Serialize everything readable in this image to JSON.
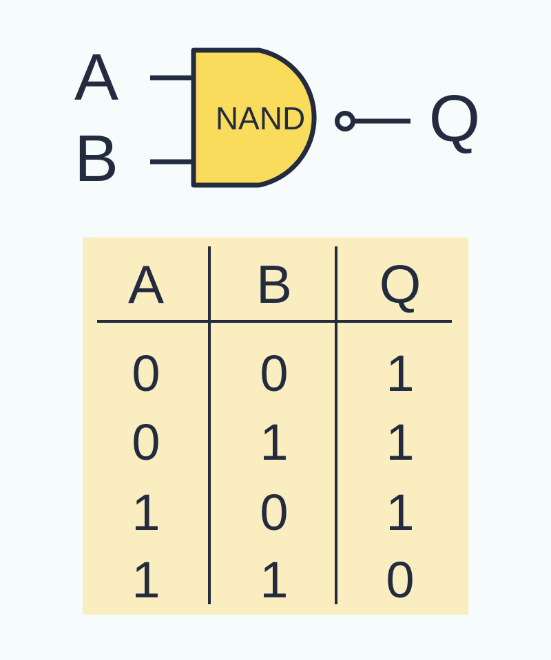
{
  "figure": {
    "name": "NAND logic gate symbol with truth table",
    "background_color": "#f6fbfc"
  },
  "gate": {
    "label": "NAND",
    "body_fill": "#f9dc5c",
    "stroke_color": "#232b3e",
    "inputs": [
      {
        "label": "A"
      },
      {
        "label": "B"
      }
    ],
    "output": {
      "label": "Q"
    },
    "bubble_name": "inversion-bubble"
  },
  "truth_table": {
    "panel_fill": "#faeec0",
    "rule_color": "#232b3e",
    "headers": [
      "A",
      "B",
      "Q"
    ],
    "rows": [
      [
        "0",
        "0",
        "1"
      ],
      [
        "0",
        "1",
        "1"
      ],
      [
        "1",
        "0",
        "1"
      ],
      [
        "1",
        "1",
        "0"
      ]
    ]
  },
  "chart_data": {
    "type": "table",
    "title": "NAND",
    "columns": [
      "A",
      "B",
      "Q"
    ],
    "rows": [
      {
        "A": 0,
        "B": 0,
        "Q": 1
      },
      {
        "A": 0,
        "B": 1,
        "Q": 1
      },
      {
        "A": 1,
        "B": 0,
        "Q": 1
      },
      {
        "A": 1,
        "B": 1,
        "Q": 0
      }
    ],
    "xlabel": "",
    "ylabel": ""
  }
}
